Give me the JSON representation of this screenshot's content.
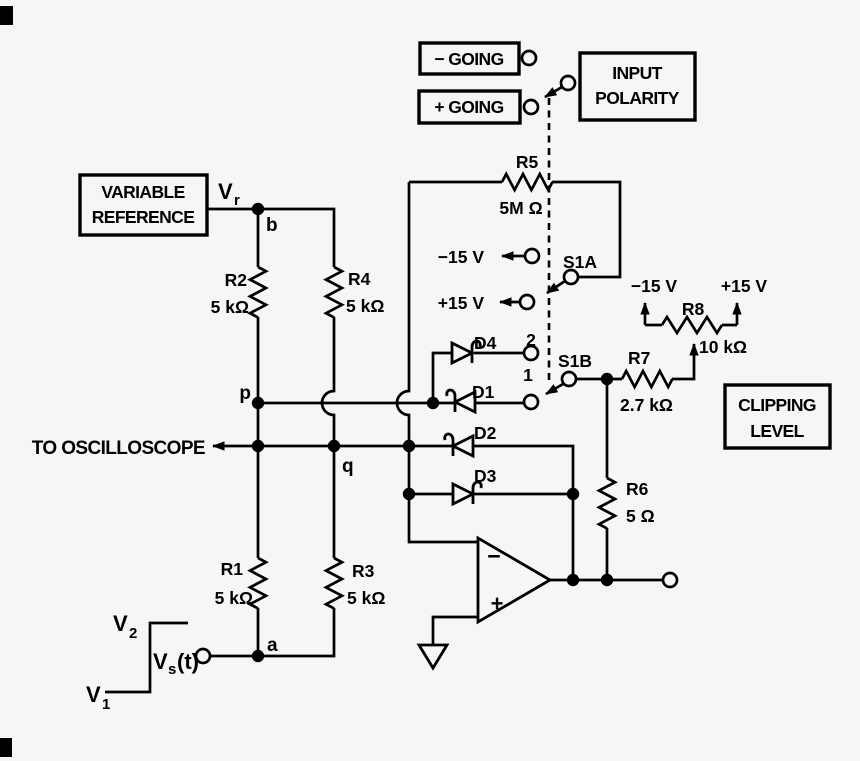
{
  "colors": {
    "background": "#f6f6f6",
    "ink": "#000000"
  },
  "boxes": {
    "variable_reference": {
      "line1": "VARIABLE",
      "line2": "REFERENCE"
    },
    "input_polarity": {
      "line1": "INPUT",
      "line2": "POLARITY"
    },
    "clipping_level": {
      "line1": "CLIPPING",
      "line2": "LEVEL"
    },
    "minus_going": {
      "label": "− GOING"
    },
    "plus_going": {
      "label": "+ GOING"
    }
  },
  "annotations": {
    "to_oscilloscope": "TO OSCILLOSCOPE"
  },
  "resistors": {
    "r1": {
      "name": "R1",
      "value": "5 kΩ"
    },
    "r2": {
      "name": "R2",
      "value": "5 kΩ"
    },
    "r3": {
      "name": "R3",
      "value": "5 kΩ"
    },
    "r4": {
      "name": "R4",
      "value": "5 kΩ"
    },
    "r5": {
      "name": "R5",
      "value": "5M Ω"
    },
    "r6": {
      "name": "R6",
      "value": "5 Ω"
    },
    "r7": {
      "name": "R7",
      "value": "2.7 kΩ"
    },
    "r8": {
      "name": "R8",
      "value": "10 kΩ"
    }
  },
  "diodes": {
    "d1": "D1",
    "d2": "D2",
    "d3": "D3",
    "d4": "D4"
  },
  "switches": {
    "s1a": {
      "name": "S1A"
    },
    "s1b": {
      "name": "S1B",
      "pos1": "1",
      "pos2": "2"
    }
  },
  "supplies": {
    "neg15": "−15 V",
    "pos15": "+15 V"
  },
  "nodes": {
    "a": "a",
    "b": "b",
    "p": "p",
    "q": "q"
  },
  "signals": {
    "v": "V",
    "vr_sub": "r",
    "v1_sub": "1",
    "v2_sub": "2",
    "vs_sub": "s",
    "vs_paren": "(t)"
  },
  "opamp": {
    "minus": "−",
    "plus": "+"
  }
}
